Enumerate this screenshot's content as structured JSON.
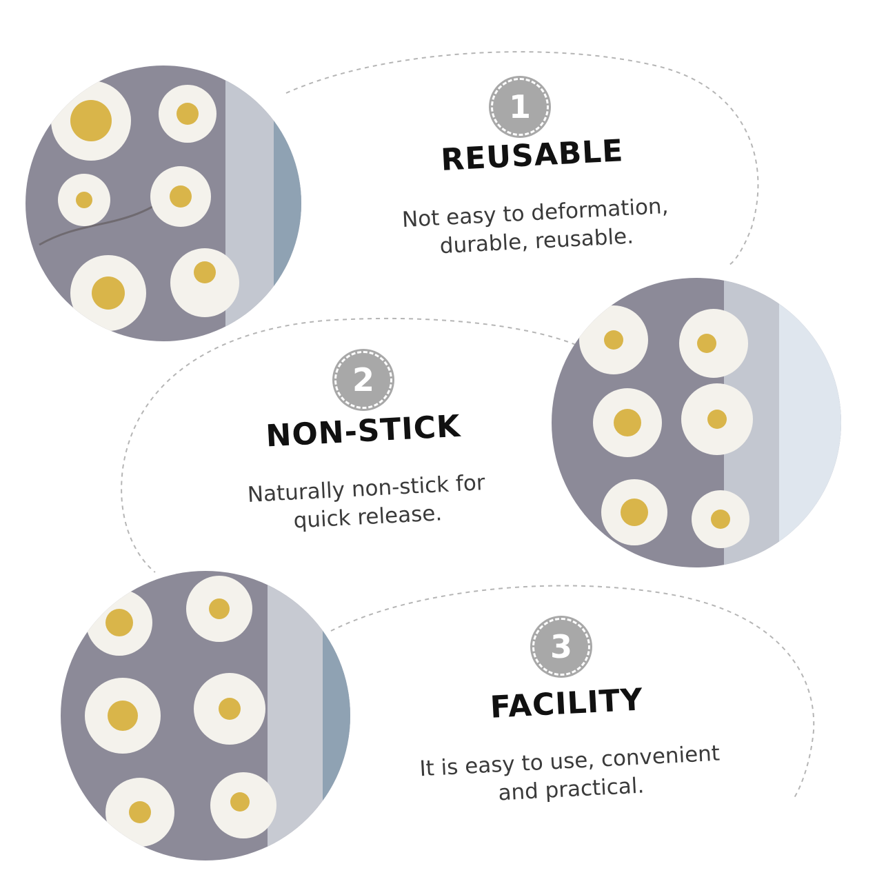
{
  "features": [
    {
      "number": "1",
      "title": "REUSABLE",
      "description": "Not easy to deformation,\ndurable, reusable."
    },
    {
      "number": "2",
      "title": "NON-STICK",
      "description": "Naturally non-stick for\nquick release."
    },
    {
      "number": "3",
      "title": "FACILITY",
      "description": "It is easy to use, convenient\nand practical."
    }
  ],
  "colors": {
    "badge": "#a8a8a8",
    "heading": "#111111",
    "body_text": "#3a3a3a",
    "dashed_outline": "#b5b5b5",
    "photo_background": "#8c8a98",
    "flower": "#f4f2ec",
    "flower_center": "#d9b54a"
  }
}
